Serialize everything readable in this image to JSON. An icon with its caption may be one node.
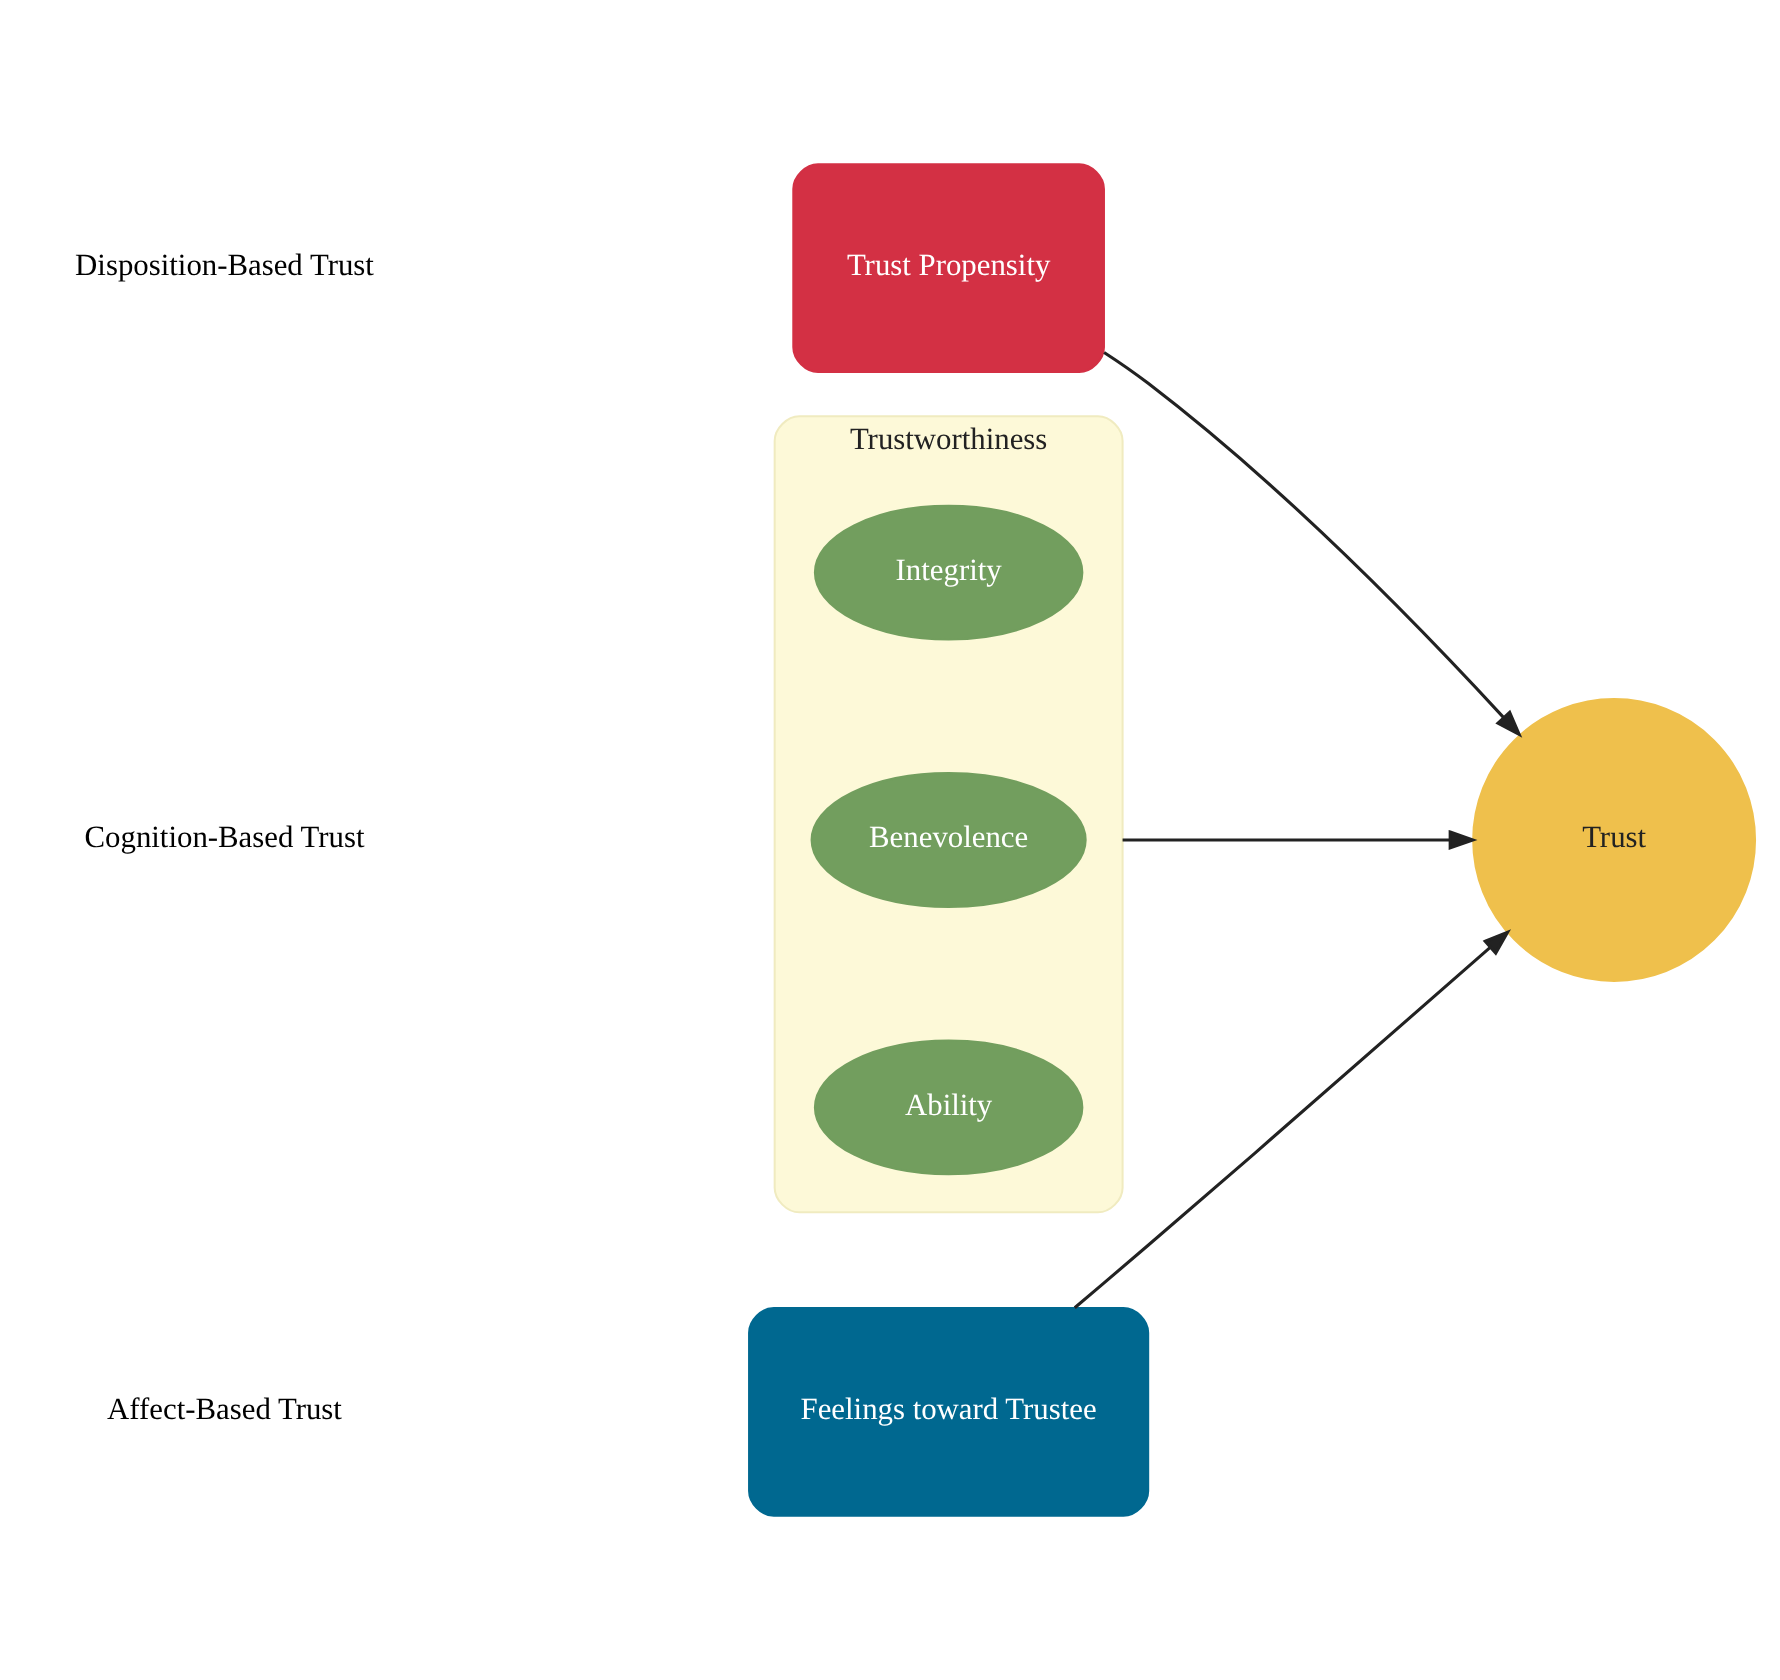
{
  "diagram": {
    "nodes": [
      {
        "text": [
          "Trust Propensity"
        ]
      },
      {
        "text": [
          "Trustworthiness"
        ]
      },
      {
        "text": [
          "Ability"
        ],
        "in": 1
      },
      {
        "text": [
          "Benevolence"
        ],
        "in": 1
      },
      {
        "text": [
          "Integrity"
        ],
        "in": 1
      },
      {
        "text": [
          "Feelings toward Trustee"
        ]
      },
      {
        "text": [
          "Trust"
        ]
      }
    ],
    "edges": [
      {
        "from": 0,
        "to": 6,
        "arrow": "to"
      },
      {
        "from": 1,
        "to": 6,
        "arrow": "to"
      },
      {
        "from": 5,
        "to": 6,
        "arrow": "to"
      }
    ],
    "labels": [
      "Disposition-Based Trust",
      "Cognition-Based Trust",
      "Affect-Based Trust"
    ]
  }
}
